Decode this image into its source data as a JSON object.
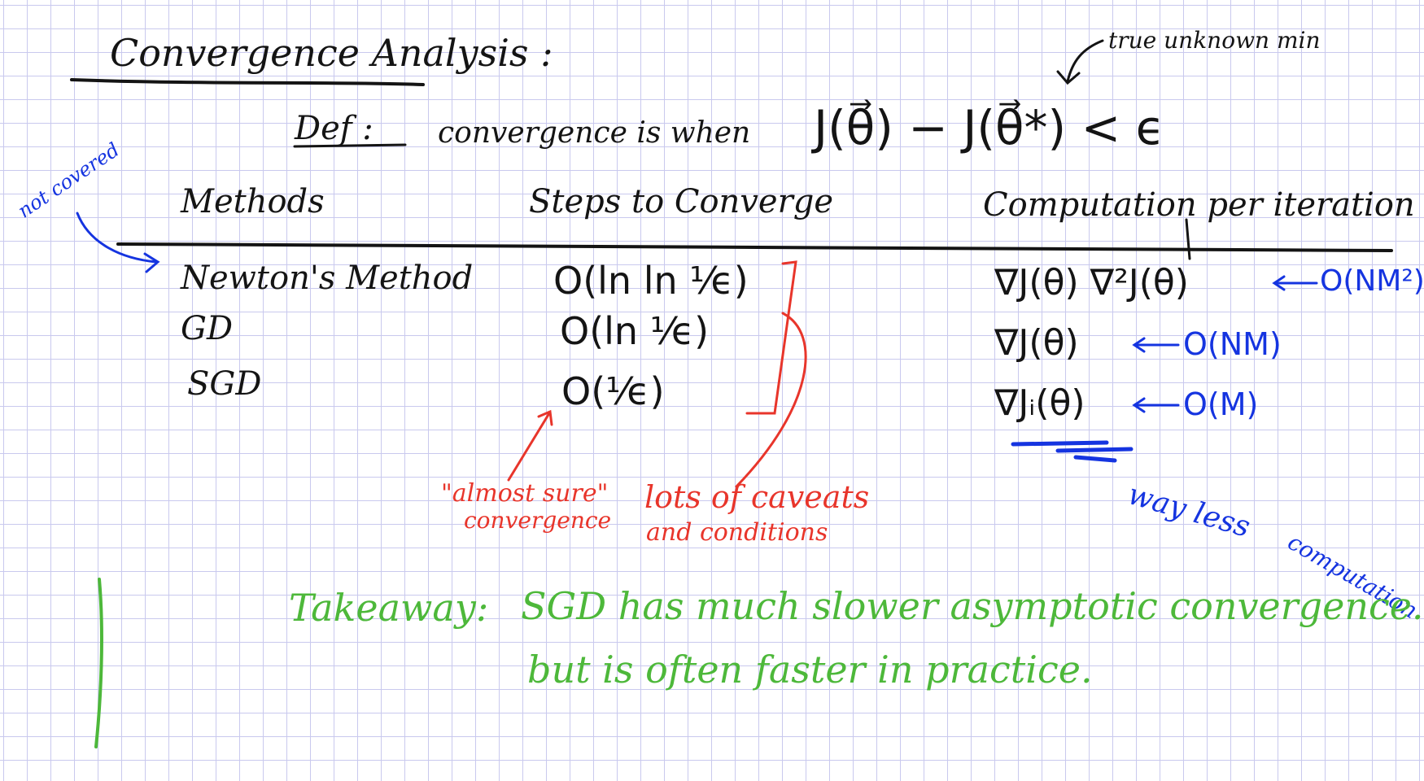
{
  "title": "Convergence Analysis :",
  "note_top": "true unknown min",
  "definition": {
    "label": "Def :",
    "text": "convergence is when",
    "formula": "J(θ⃗) − J(θ⃗*) < ϵ"
  },
  "side_note": "not covered",
  "table": {
    "headers": [
      "Methods",
      "Steps to Converge",
      "Computation per iteration"
    ],
    "rows": [
      {
        "method": "Newton's Method",
        "steps": "O(ln ln ¹⁄ϵ)",
        "computation": "∇J(θ)   ∇²J(θ)",
        "cost": "O(NM²)"
      },
      {
        "method": "GD",
        "steps": "O(ln ¹⁄ϵ)",
        "computation": "∇J(θ)",
        "cost": "O(NM)"
      },
      {
        "method": "SGD",
        "steps": "O(¹⁄ϵ)",
        "computation": "∇Jᵢ(θ)",
        "cost": "O(M)"
      }
    ]
  },
  "annotations": {
    "almost_sure_line1": "\"almost sure\"",
    "almost_sure_line2": "convergence",
    "caveats_line1": "lots of caveats",
    "caveats_line2": "and conditions",
    "less_computation_line1": "way less",
    "less_computation_line2": "computation"
  },
  "takeaway": {
    "label": "Takeaway:",
    "line1": "SGD has much slower asymptotic convergence.",
    "line2": "but is often faster in practice."
  },
  "colors": {
    "black_ink": "#141414",
    "red_ink": "#e8352b",
    "blue_ink": "#1534e0",
    "green_ink": "#4db83a",
    "grid": "#c9c9ee"
  }
}
